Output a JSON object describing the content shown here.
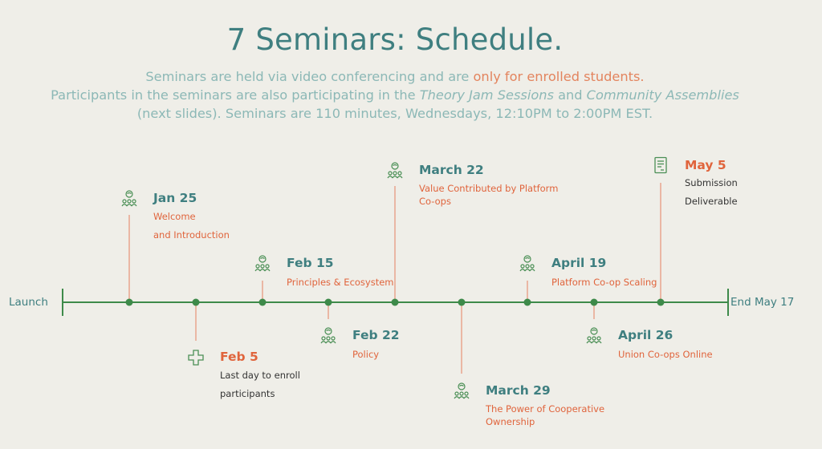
{
  "title": "7 Seminars: Schedule.",
  "intro": {
    "line1_pre": "Seminars are held via video conferencing and are ",
    "line1_highlight": "only for enrolled students.",
    "line2_pre": "Participants in the seminars are also participating in the ",
    "line2_em1": "Theory Jam Sessions",
    "line2_mid": " and ",
    "line2_em2": "Community Assemblies",
    "line3": "(next slides). Seminars are 110 minutes, Wednesdays, 12:10PM to 2:00PM EST."
  },
  "timeline": {
    "start_label": "Launch",
    "end_label": "End May 17",
    "line_color": "#3e8a4a",
    "stem_color": "#eab7a4",
    "events": [
      {
        "date": "Jan 25",
        "lines": [
          "Welcome",
          "and Introduction"
        ],
        "icon": "people-group-icon"
      },
      {
        "date": "Feb 5",
        "lines": [
          "Last day to enroll",
          "participants"
        ],
        "icon": "plus-icon"
      },
      {
        "date": "Feb 15",
        "lines": [
          "Principles & Ecosystem"
        ],
        "icon": "people-group-icon"
      },
      {
        "date": "Feb 22",
        "lines": [
          "Policy"
        ],
        "icon": "people-group-icon"
      },
      {
        "date": "March 22",
        "lines": [
          "Value Contributed by Platform",
          "Co-ops"
        ],
        "icon": "people-group-icon"
      },
      {
        "date": "March 29",
        "lines": [
          "The Power of Cooperative",
          "Ownership"
        ],
        "icon": "people-group-icon"
      },
      {
        "date": "April 19",
        "lines": [
          "Platform Co-op Scaling"
        ],
        "icon": "people-group-icon"
      },
      {
        "date": "April 26",
        "lines": [
          "Union Co-ops Online"
        ],
        "icon": "people-group-icon"
      },
      {
        "date": "May 5",
        "lines": [
          "Submission",
          "Deliverable"
        ],
        "icon": "document-icon"
      }
    ]
  }
}
